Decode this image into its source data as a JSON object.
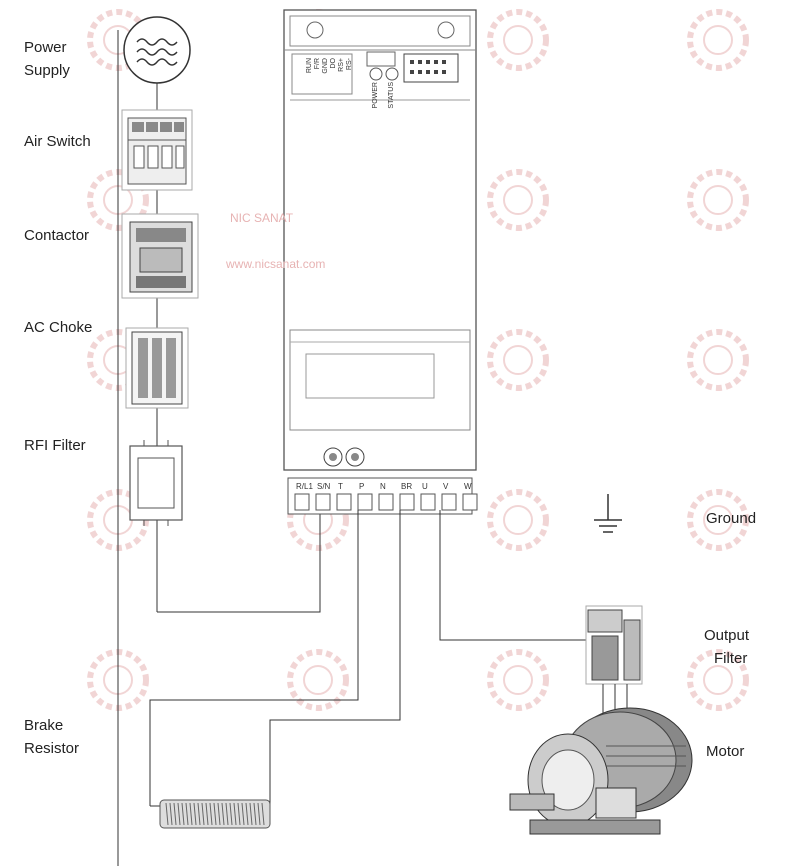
{
  "labels": {
    "power_supply": [
      "Power",
      "Supply"
    ],
    "air_switch": "Air Switch",
    "contactor": "Contactor",
    "ac_choke": "AC Choke",
    "rfi_filter": "RFI Filter",
    "brake_resistor": [
      "Brake",
      "Resistor"
    ],
    "ground": "Ground",
    "output_filter": [
      "Output",
      "Filter"
    ],
    "motor": "Motor"
  },
  "inverter": {
    "panel_text": [
      "RS-",
      "RS+",
      "DO",
      "GND",
      "F/R",
      "RUN"
    ],
    "power_led": "POWER",
    "status_led": "STATUS",
    "terminals": [
      "R/L1",
      "S/N",
      "T",
      "P",
      "N",
      "BR",
      "U",
      "V",
      "W"
    ]
  },
  "watermark": {
    "brand": "NIC SANAT",
    "url": "www.nicsanat.com",
    "color": "#e7b3b3"
  },
  "colors": {
    "line": "#333333",
    "device": "#555555"
  }
}
